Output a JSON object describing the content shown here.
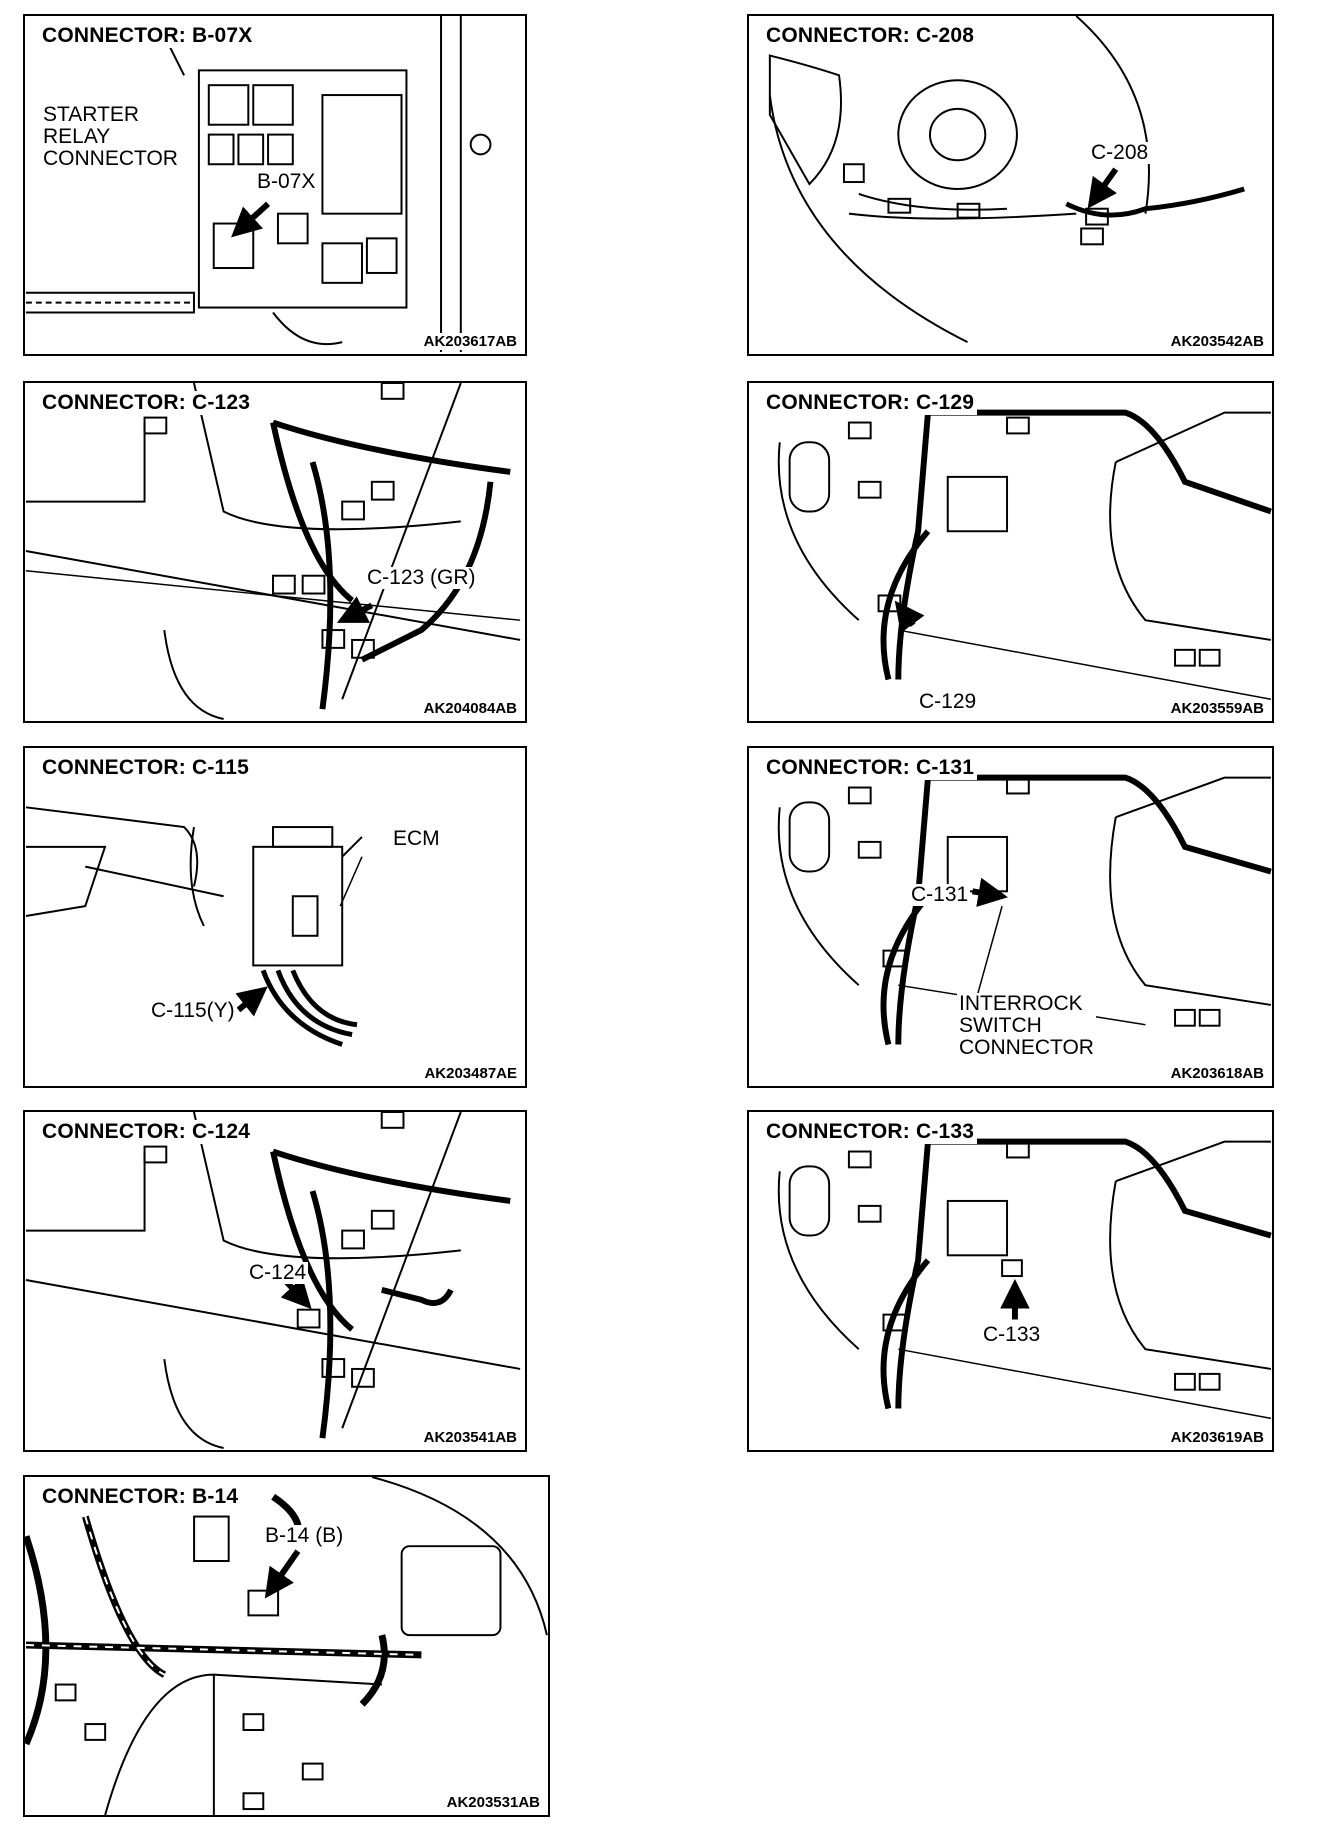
{
  "panels": {
    "b07x": {
      "title": "CONNECTOR: B-07X",
      "code": "AK203617AB",
      "label_starter": [
        "STARTER",
        "RELAY",
        "CONNECTOR"
      ],
      "label_conn": "B-07X"
    },
    "c208": {
      "title": "CONNECTOR: C-208",
      "code": "AK203542AB",
      "label_conn": "C-208"
    },
    "c123": {
      "title": "CONNECTOR: C-123",
      "code": "AK204084AB",
      "label_conn": "C-123 (GR)"
    },
    "c129": {
      "title": "CONNECTOR: C-129",
      "code": "AK203559AB",
      "label_conn": "C-129"
    },
    "c115": {
      "title": "CONNECTOR: C-115",
      "code": "AK203487AE",
      "label_ecm": "ECM",
      "label_conn": "C-115(Y)"
    },
    "c131": {
      "title": "CONNECTOR: C-131",
      "code": "AK203618AB",
      "label_conn": "C-131",
      "label_switch": [
        "INTERROCK",
        "SWITCH",
        "CONNECTOR"
      ]
    },
    "c124": {
      "title": "CONNECTOR: C-124",
      "code": "AK203541AB",
      "label_conn": "C-124"
    },
    "c133": {
      "title": "CONNECTOR: C-133",
      "code": "AK203619AB",
      "label_conn": "C-133"
    },
    "b14": {
      "title": "CONNECTOR: B-14",
      "code": "AK203531AB",
      "label_conn": "B-14 (B)"
    }
  }
}
